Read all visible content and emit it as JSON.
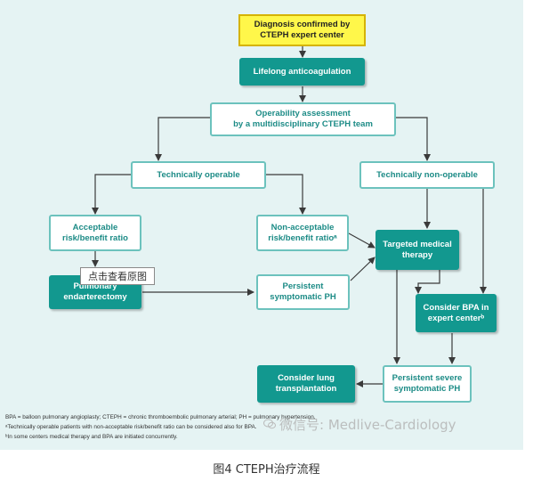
{
  "nodes": {
    "diagnosis": "Diagnosis confirmed by\nCTEPH expert center",
    "anticoagulation": "Lifelong anticoagulation",
    "operability": "Operability assessment\nby a multidisciplinary CTEPH team",
    "tech_operable": "Technically operable",
    "tech_non_operable": "Technically non-operable",
    "acceptable": "Acceptable\nrisk/benefit ratio",
    "non_acceptable": "Non-acceptable\nrisk/benefit ratioᵃ",
    "targeted": "Targeted medical\ntherapy",
    "endarterectomy": "Pulmonary\nendarterectomy",
    "persistent_ph": "Persistent\nsymptomatic PH",
    "consider_bpa": "Consider BPA in\nexpert centerᵇ",
    "persistent_severe": "Persistent severe\nsymptomatic PH",
    "consider_lung": "Consider lung\ntransplantation"
  },
  "tooltip": "点击查看原图",
  "footnotes": [
    "BPA = balloon pulmonary angioplasty; CTEPH = chronic thromboembolic pulmonary arterial; PH = pulmonary hypertension.",
    "ᵃTechnically operable patients with non-acceptable risk/benefit ratio can be considered also for BPA.",
    "ᵇIn some centers medical therapy and BPA are initiated concurrently."
  ],
  "watermark": "微信号: Medlive-Cardiology",
  "caption": "图4 CTEPH治疗流程"
}
